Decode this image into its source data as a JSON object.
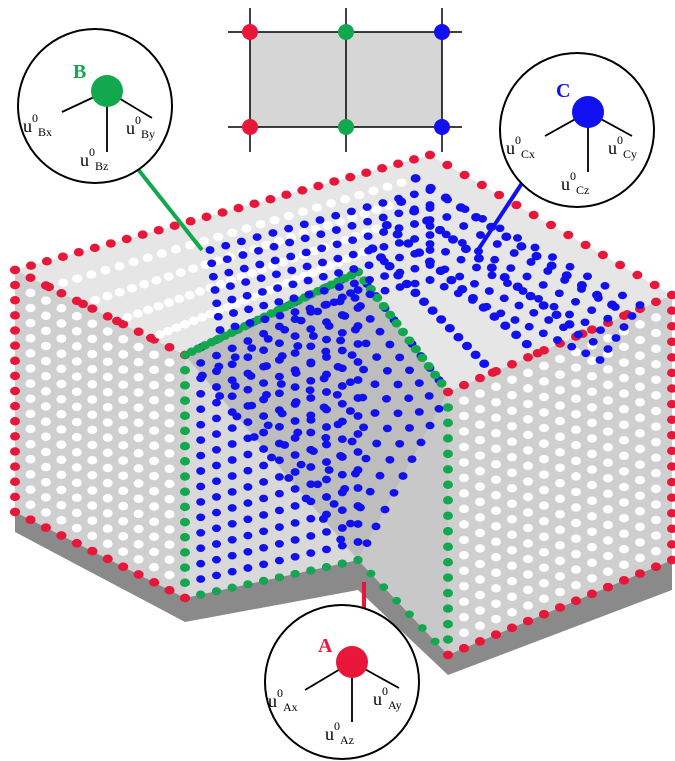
{
  "colors": {
    "node_a": "#e8173a",
    "node_b": "#12a84e",
    "node_c": "#1010f0",
    "node_interior": "#ffffff",
    "face_grey": "#d6d6d6",
    "line": "#000000"
  },
  "schematic": {
    "corner_nodes": [
      "red",
      "red"
    ],
    "middle_nodes": [
      "green",
      "green"
    ],
    "edge_nodes": [
      "blue",
      "blue"
    ]
  },
  "callouts": {
    "a": {
      "label": "A",
      "color": "#e8173a",
      "dof_x": {
        "base": "u",
        "sup": "0",
        "sub": "Ax"
      },
      "dof_y": {
        "base": "u",
        "sup": "0",
        "sub": "Ay"
      },
      "dof_z": {
        "base": "u",
        "sup": "0",
        "sub": "Az"
      }
    },
    "b": {
      "label": "B",
      "color": "#12a84e",
      "dof_x": {
        "base": "u",
        "sup": "0",
        "sub": "Bx"
      },
      "dof_y": {
        "base": "u",
        "sup": "0",
        "sub": "By"
      },
      "dof_z": {
        "base": "u",
        "sup": "0",
        "sub": "Bz"
      }
    },
    "c": {
      "label": "C",
      "color": "#1010f0",
      "dof_x": {
        "base": "u",
        "sup": "0",
        "sub": "Cx"
      },
      "dof_y": {
        "base": "u",
        "sup": "0",
        "sub": "Cy"
      },
      "dof_z": {
        "base": "u",
        "sup": "0",
        "sub": "Cz"
      }
    }
  }
}
